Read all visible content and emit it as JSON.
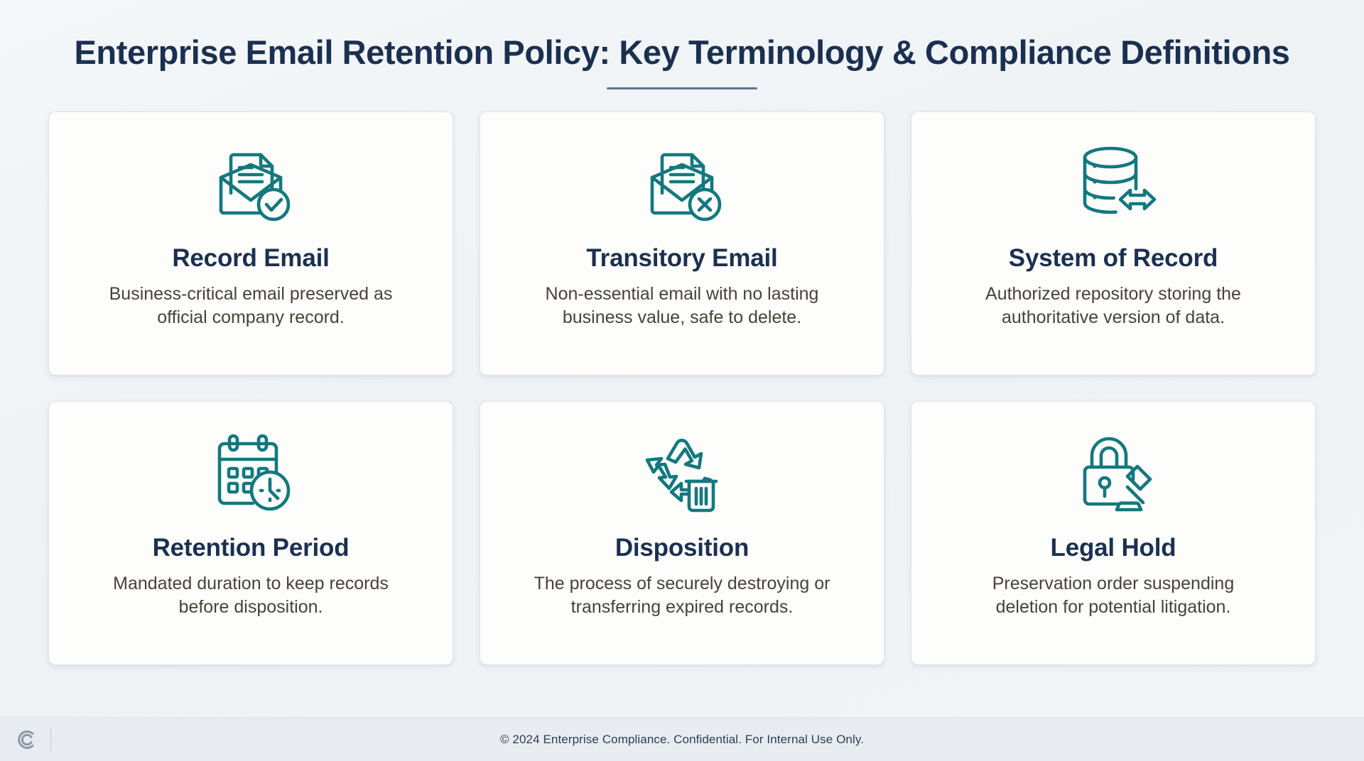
{
  "header": {
    "title": "Enterprise Email Retention Policy: Key Terminology & Compliance Definitions",
    "accent_rule_color": "#5c7692"
  },
  "theme": {
    "background": "#f2f5f7",
    "card_background": "#fdfdfb",
    "card_border": "#dfe4e8",
    "title_color": "#1b3050",
    "body_text_color": "#4a4137",
    "icon_color": "#13787e",
    "footer_background": "#e8ecf0",
    "footer_text_color": "#2c3e56"
  },
  "cards": [
    {
      "icon": "email-document-check-icon",
      "title": "Record Email",
      "description": "Business-critical email preserved as official company record."
    },
    {
      "icon": "email-document-cross-icon",
      "title": "Transitory Email",
      "description": "Non-essential email with no lasting business value, safe to delete."
    },
    {
      "icon": "database-transfer-icon",
      "title": "System of Record",
      "description": "Authorized repository storing the authoritative version of data."
    },
    {
      "icon": "calendar-clock-icon",
      "title": "Retention Period",
      "description": "Mandated duration to keep records before disposition."
    },
    {
      "icon": "recycle-trash-icon",
      "title": "Disposition",
      "description": "The process of securely destroying or transferring expired records."
    },
    {
      "icon": "lock-gavel-icon",
      "title": "Legal Hold",
      "description": "Preservation order suspending deletion for potential litigation."
    }
  ],
  "footer": {
    "logo": "c-monogram-logo",
    "text": "© 2024 Enterprise Compliance. Confidential. For Internal Use Only."
  }
}
